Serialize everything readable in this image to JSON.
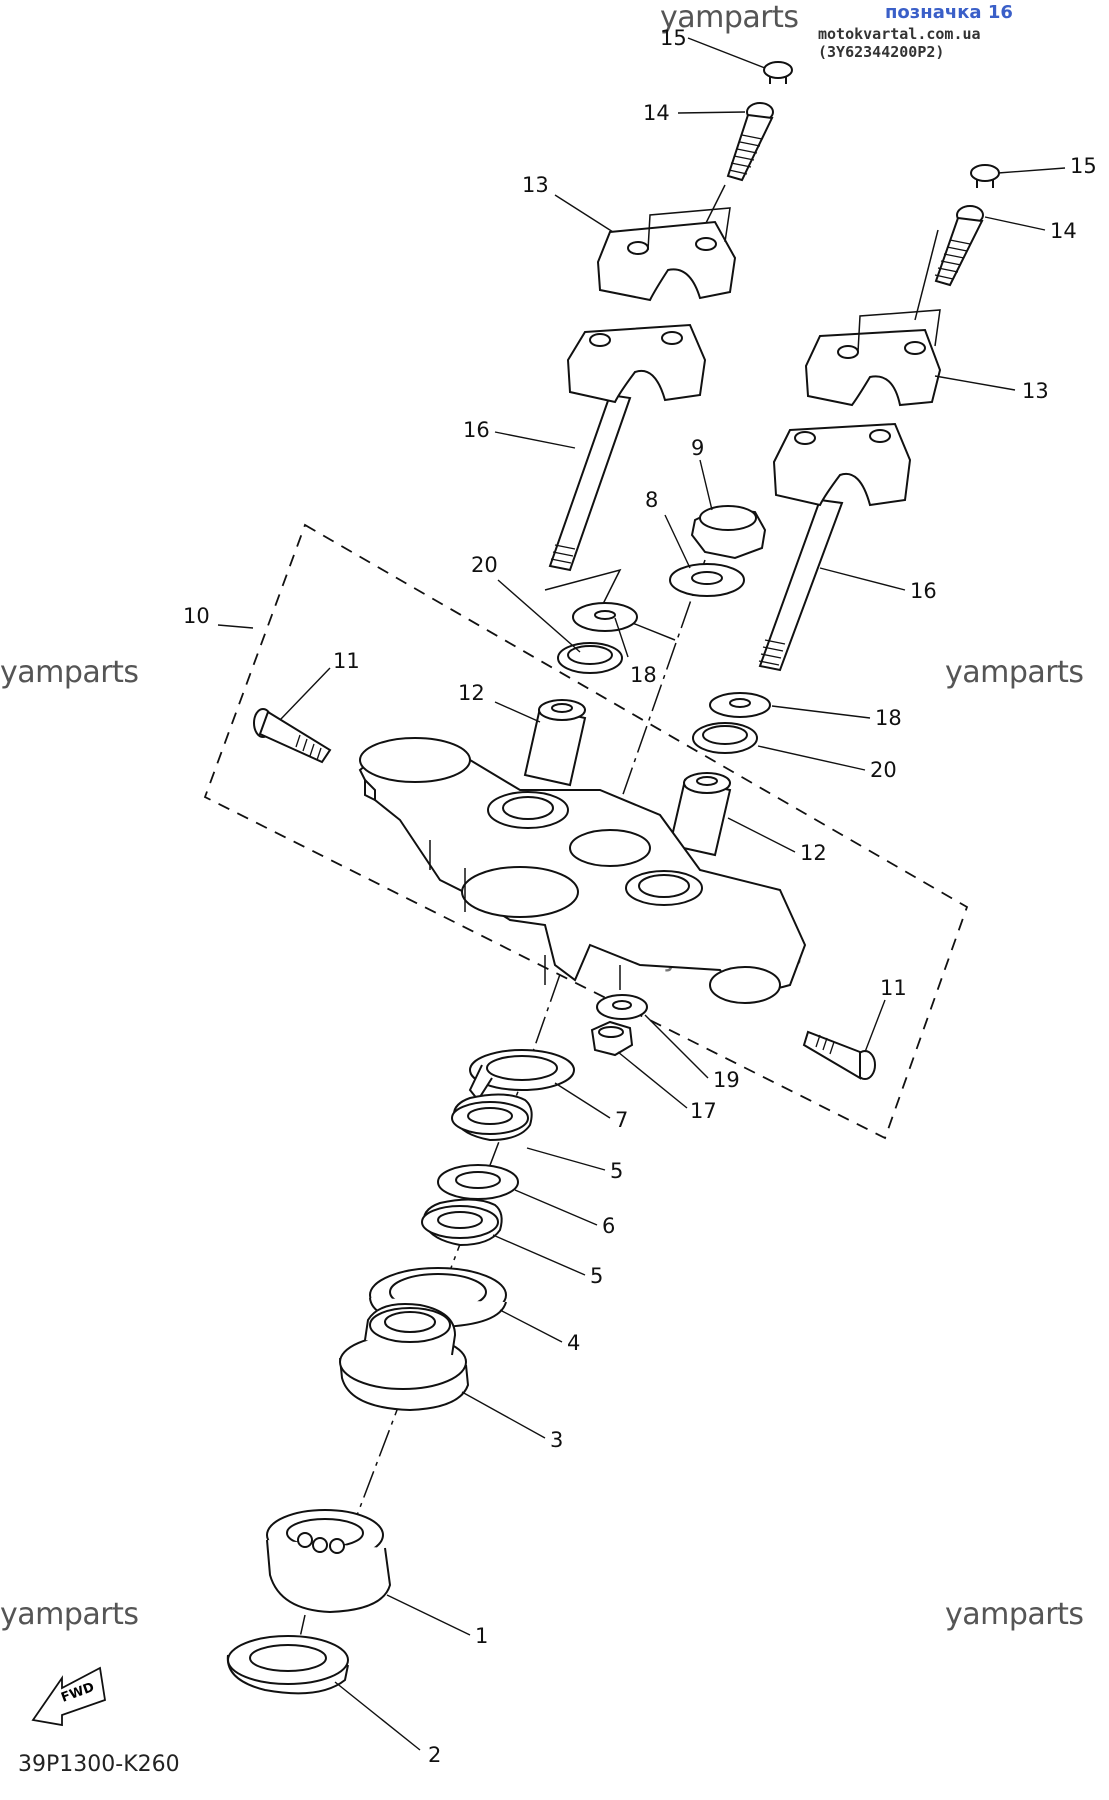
{
  "header": {
    "label": "позначка 16",
    "source": "motokvartal.com.ua (3Y62344200P2)"
  },
  "watermark": "yamparts",
  "diagram_code": "39P1300-K260",
  "fwd_label": "FWD",
  "callouts": [
    "1",
    "2",
    "3",
    "4",
    "5",
    "5",
    "6",
    "7",
    "8",
    "9",
    "10",
    "11",
    "11",
    "12",
    "12",
    "13",
    "13",
    "14",
    "14",
    "15",
    "15",
    "16",
    "16",
    "17",
    "18",
    "18",
    "19",
    "20",
    "20"
  ]
}
